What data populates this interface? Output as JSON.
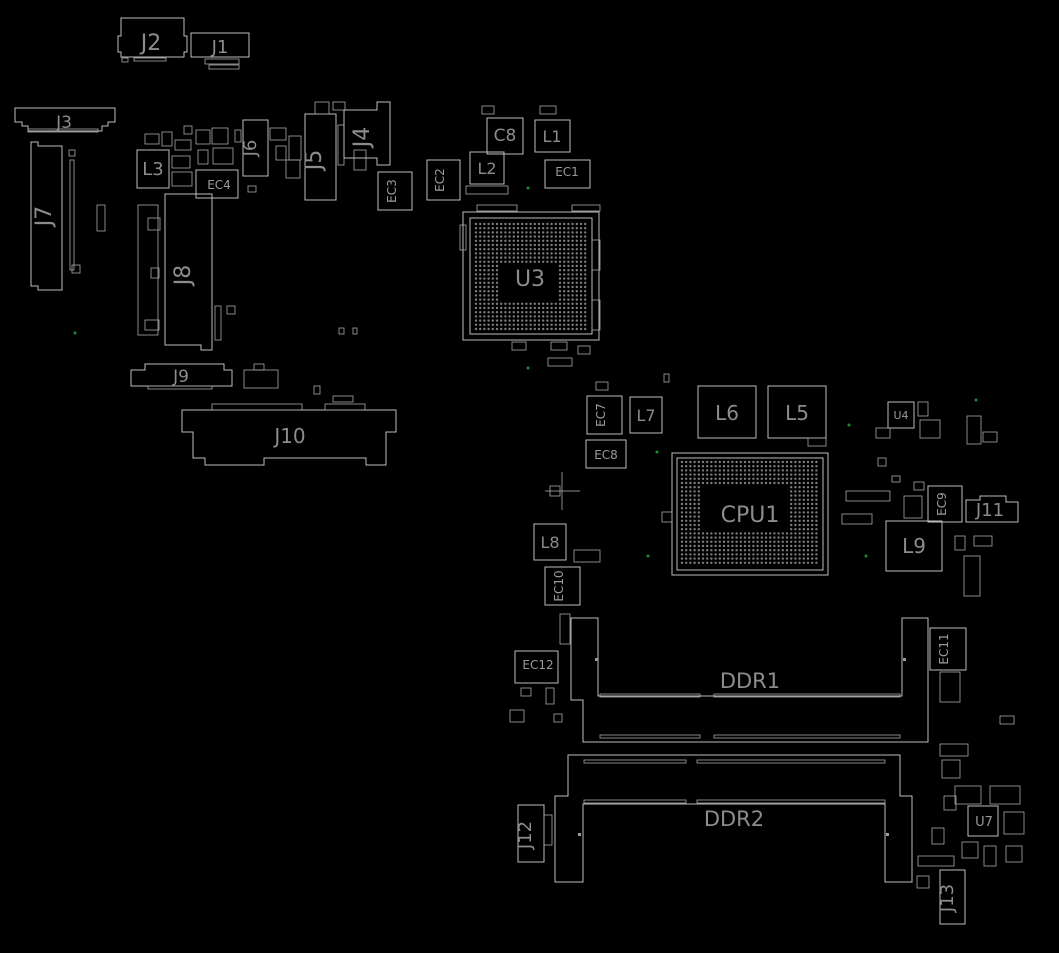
{
  "board": {
    "background": "#000000",
    "outline_color": "#bdbdbd",
    "label_color": "#8c8c8c"
  },
  "components": {
    "J1": "J1",
    "J2": "J2",
    "J3": "J3",
    "J4": "J4",
    "J5": "J5",
    "J6": "J6",
    "J7": "J7",
    "J8": "J8",
    "J9": "J9",
    "J10": "J10",
    "J11": "J11",
    "J12": "J12",
    "J13": "J13",
    "L1": "L1",
    "L2": "L2",
    "L3": "L3",
    "L5": "L5",
    "L6": "L6",
    "L7": "L7",
    "L8": "L8",
    "L9": "L9",
    "C8": "C8",
    "EC1": "EC1",
    "EC2": "EC2",
    "EC3": "EC3",
    "EC4": "EC4",
    "EC7": "EC7",
    "EC8": "EC8",
    "EC9": "EC9",
    "EC10": "EC10",
    "EC11": "EC11",
    "EC12": "EC12",
    "U3": "U3",
    "U4": "U4",
    "U7": "U7",
    "CPU1": "CPU1",
    "DDR1": "DDR1",
    "DDR2": "DDR2"
  }
}
